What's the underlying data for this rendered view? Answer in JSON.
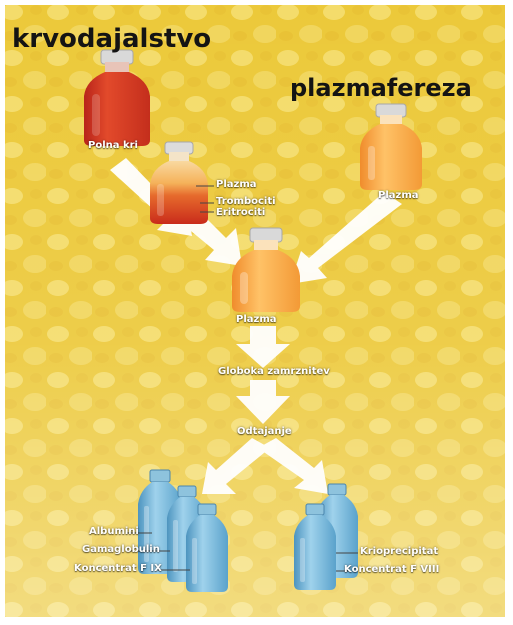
{
  "titles": {
    "left": "krvodajalstvo",
    "right": "plazmafereza"
  },
  "labels": {
    "whole_blood": "Polna kri",
    "plasma_layer": "Plazma",
    "platelets_layer": "Trombociti",
    "erythrocytes_layer": "Eritrociti",
    "apheresis_plasma": "Plazma",
    "pooled_plasma": "Plazma",
    "freezing_step": "Globoka zamrznitev",
    "thawing_step": "Odtajanje",
    "albumin": "Albumini",
    "gammaglobulin": "Gamaglobulin",
    "factor_ix": "Koncentrat F IX",
    "cryoprecipitate": "Krioprecipitat",
    "factor_viii": "Koncentrat F VIII"
  },
  "colors": {
    "background": "#eccd3a",
    "whole_blood": "#d8371f",
    "plasma": "#f2a13c",
    "product_bottle": "#6fb3d6",
    "arrow": "#ffffff"
  }
}
